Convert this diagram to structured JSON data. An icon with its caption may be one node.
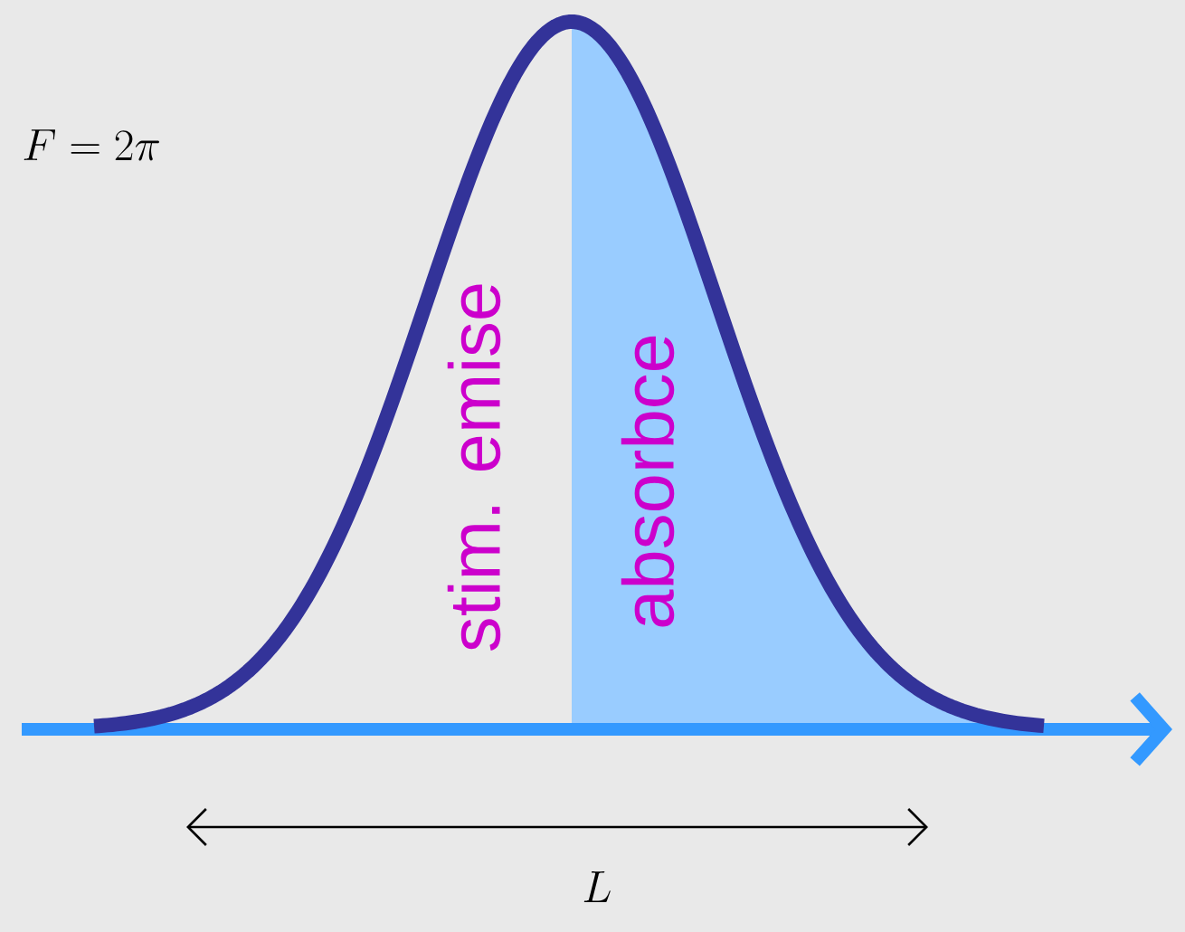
{
  "diagram": {
    "labels": [
      "F = 2\\pi",
      "stim. emise",
      "absorbce",
      "L"
    ]
  }
}
